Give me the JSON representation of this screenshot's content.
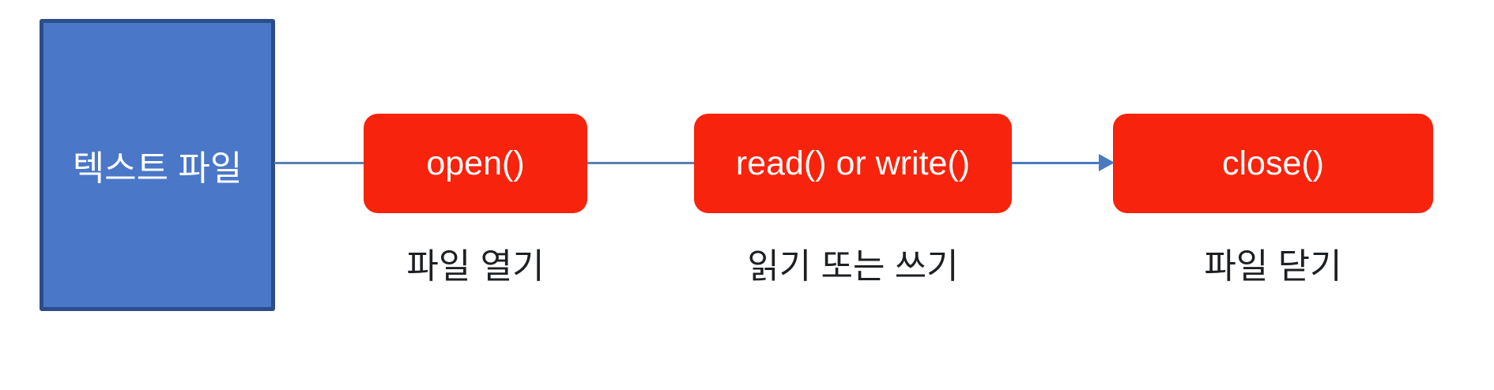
{
  "diagram": {
    "title": "file-io-flow",
    "source": {
      "label": "텍스트 파일",
      "fill": "#4a77c8",
      "border_color": "#2c4d8a",
      "text_color": "#ffffff"
    },
    "steps": [
      {
        "id": "open",
        "label": "open()",
        "caption": "파일 열기"
      },
      {
        "id": "read-write",
        "label": "read() or write()",
        "caption": "읽기 또는 쓰기"
      },
      {
        "id": "close",
        "label": "close()",
        "caption": "파일 닫기"
      }
    ],
    "connectors": [
      {
        "from": "source",
        "to": "open",
        "arrow": false
      },
      {
        "from": "open",
        "to": "read-write",
        "arrow": false
      },
      {
        "from": "read-write",
        "to": "close",
        "arrow": true
      }
    ],
    "colors": {
      "step_fill": "#f8230c",
      "step_text": "#ffffff",
      "caption_text": "#1d2023",
      "connector": "#5b7fb0",
      "arrow": "#4a7abf",
      "background": "#ffffff"
    }
  }
}
